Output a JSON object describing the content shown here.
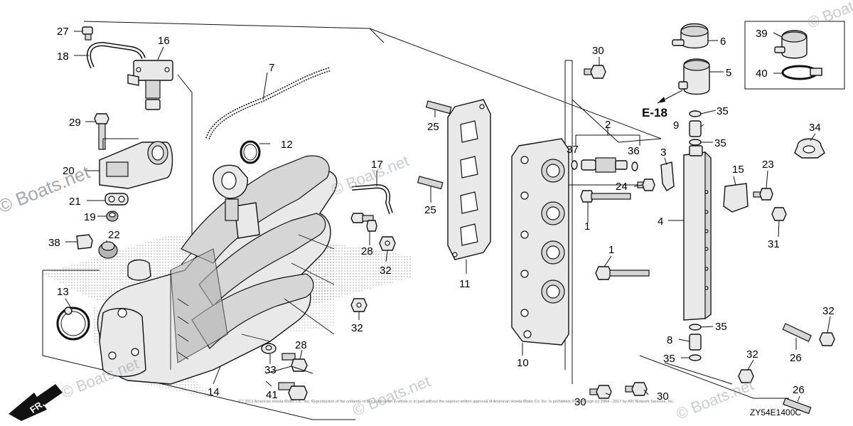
{
  "diagram": {
    "callouts": {
      "c1a": "1",
      "c1b": "1",
      "c2": "2",
      "c3": "3",
      "c4": "4",
      "c5": "5",
      "c6": "6",
      "c7": "7",
      "c8": "8",
      "c9": "9",
      "c10": "10",
      "c11": "11",
      "c12": "12",
      "c13": "13",
      "c14": "14",
      "c15": "15",
      "c16": "16",
      "c17": "17",
      "c18": "18",
      "c19": "19",
      "c20": "20",
      "c21": "21",
      "c22": "22",
      "c23": "23",
      "c24": "24",
      "c25a": "25",
      "c25b": "25",
      "c26a": "26",
      "c26b": "26",
      "c27": "27",
      "c28a": "28",
      "c28b": "28",
      "c29": "29",
      "c30a": "30",
      "c30b": "30",
      "c30c": "30",
      "c31": "31",
      "c32a": "32",
      "c32b": "32",
      "c32c": "32",
      "c32d": "32",
      "c33": "33",
      "c34": "34",
      "c35a": "35",
      "c35b": "35",
      "c35c": "35",
      "c35d": "35",
      "c36": "36",
      "c37": "37",
      "c38": "38",
      "c39": "39",
      "c40": "40",
      "c41": "41"
    },
    "reference": "E-18",
    "direction_label": "FR.",
    "diagram_code": "ZY54E1400C",
    "watermark": "© Boats.net",
    "copyright": "(C) 2013 American Honda Motor Co., Inc. Reproduction of the contents of this publication in whole or in part without the express written approval of American Honda Motor Co. Inc. is prohibited. Page design (c) 2004 - 2017 by ARI Network Services, Inc."
  }
}
